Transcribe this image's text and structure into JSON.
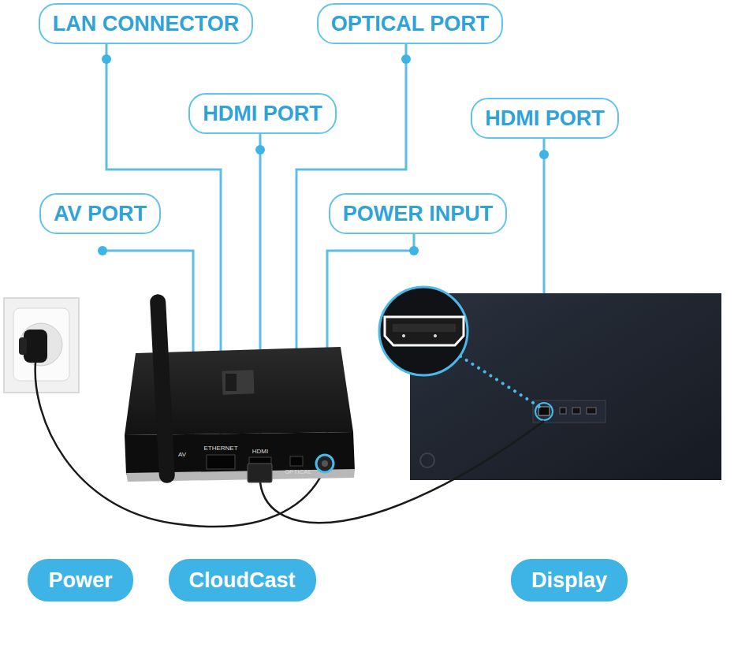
{
  "diagram": {
    "nodes": [
      {
        "text": [
          "LAN CONNECTOR"
        ]
      },
      {
        "text": [
          "OPTICAL PORT"
        ]
      },
      {
        "text": [
          "HDMI PORT"
        ]
      },
      {
        "text": [
          "HDMI PORT"
        ]
      },
      {
        "text": [
          "AV PORT"
        ]
      },
      {
        "text": [
          "POWER INPUT"
        ]
      },
      {
        "text": [
          "Power"
        ]
      },
      {
        "text": [
          "CloudCast"
        ]
      },
      {
        "text": [
          "Display"
        ]
      }
    ],
    "labels": [
      "AV",
      "ETHERNET",
      "HDMI",
      "OPTICAL"
    ]
  }
}
